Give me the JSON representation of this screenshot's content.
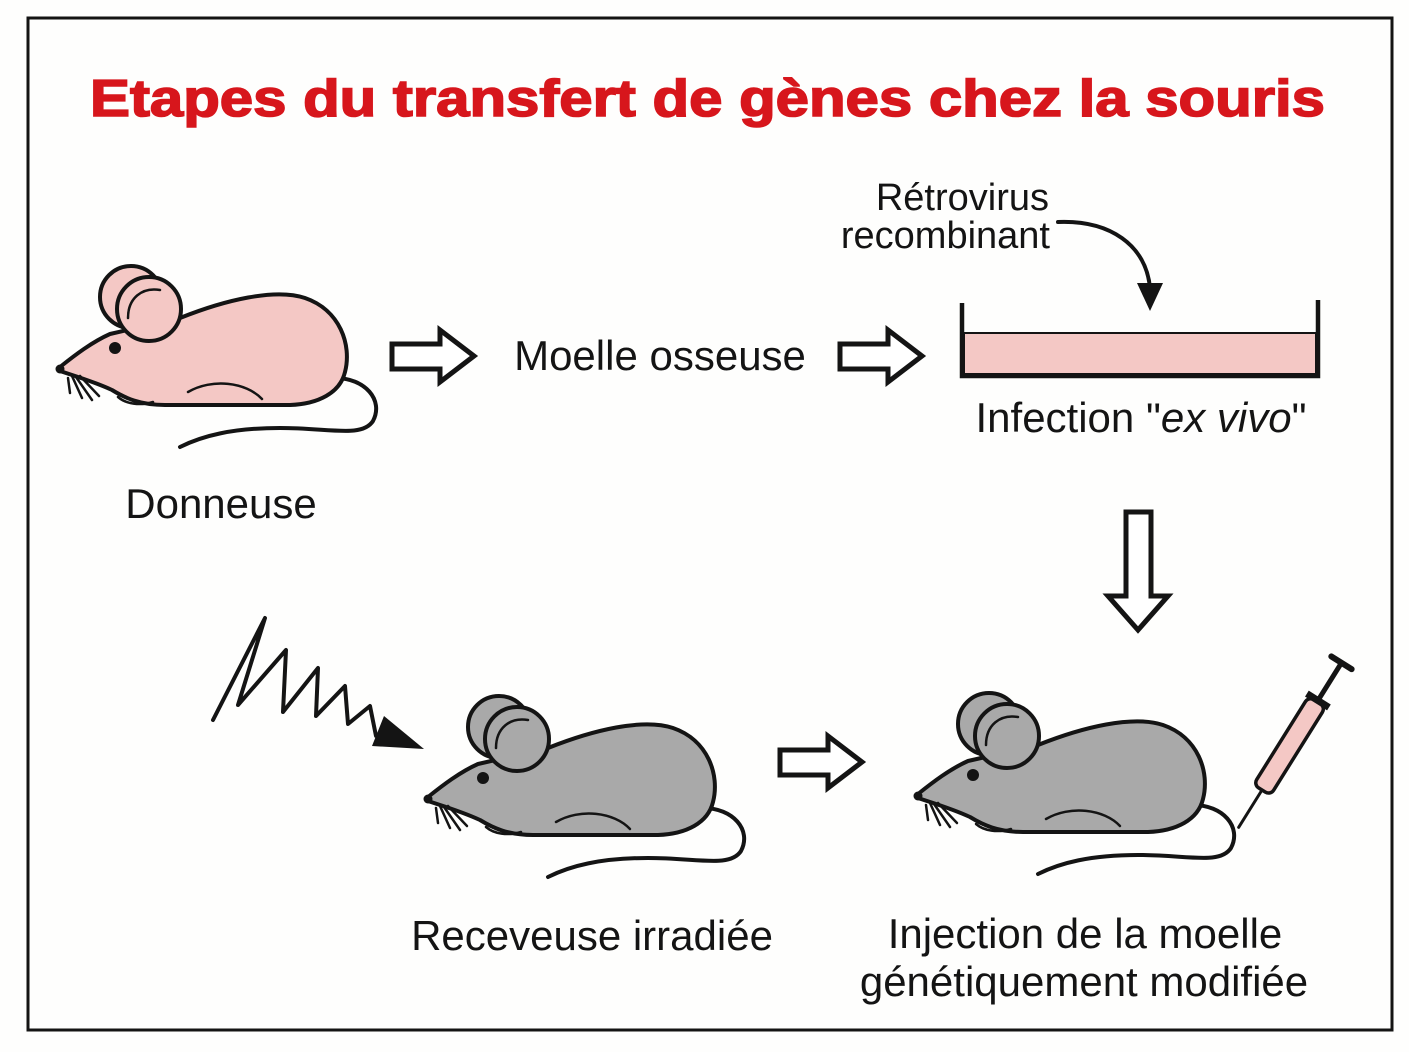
{
  "title": "Etapes du transfert de gènes chez la souris",
  "labels": {
    "donor": "Donneuse",
    "bone_marrow": "Moelle osseuse",
    "retrovirus_line1": "Rétrovirus",
    "retrovirus_line2": "recombinant",
    "infection_prefix": "Infection \"",
    "infection_italic": "ex vivo",
    "infection_suffix": "\"",
    "recipient": "Receveuse irradiée",
    "injection_line1": "Injection de la moelle",
    "injection_line2": "génétiquement modifiée"
  },
  "colors": {
    "title": "#d7161c",
    "donor_mouse": "#f4c8c5",
    "recipient_mouse": "#a9a9a9",
    "culture_medium": "#f4c8c5",
    "syringe_barrel": "#f4c8c5"
  },
  "icons": {
    "donor": "mouse-icon",
    "recipients": "mouse-icon",
    "culture": "petri-dish-icon",
    "irradiation": "radiation-wave-icon",
    "injection": "syringe-icon",
    "steps": "block-arrow-icon"
  }
}
